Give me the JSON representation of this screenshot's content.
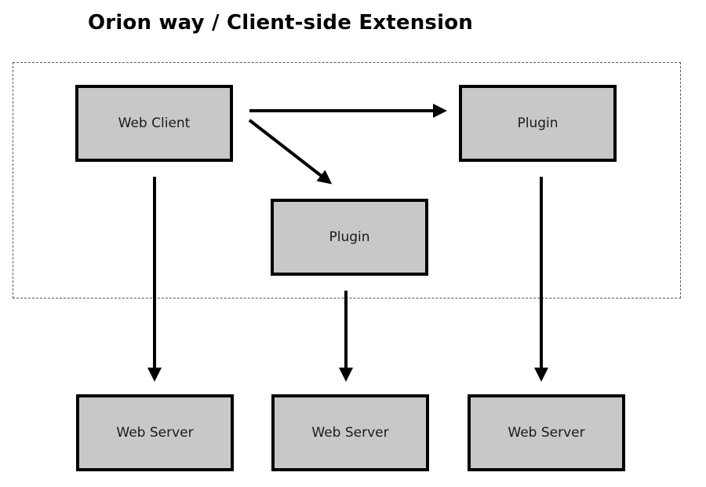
{
  "title": "Orion way / Client-side Extension",
  "nodes": {
    "web_client": "Web Client",
    "plugin_right": "Plugin",
    "plugin_center": "Plugin",
    "web_server_left": "Web Server",
    "web_server_center": "Web Server",
    "web_server_right": "Web Server"
  },
  "colors": {
    "box_fill": "#c8c8c8",
    "box_border": "#000000",
    "arrow": "#000000"
  }
}
